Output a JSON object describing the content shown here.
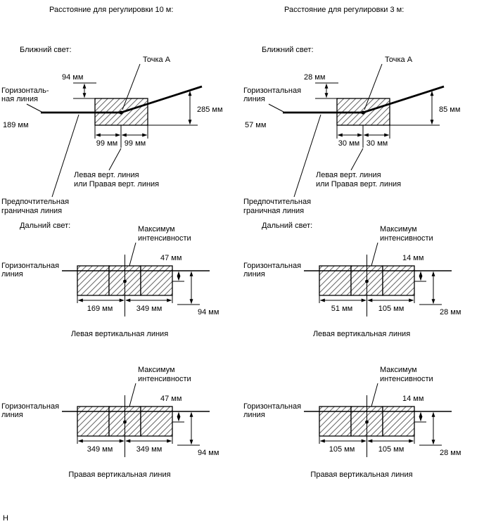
{
  "page": {
    "footer_char": "Н"
  },
  "columns": [
    {
      "header": "Расстояние для регулировки 10 м:",
      "low_beam": {
        "section_label": "Ближний свет:",
        "point_label": "Точка A",
        "dim_top": "94 мм",
        "dim_right": "285 мм",
        "dim_left": "189 мм",
        "dim_bottom_left": "99 мм",
        "dim_bottom_right": "99 мм",
        "horizontal_label_line1": "Горизонталь-",
        "horizontal_label_line2": "ная линия",
        "vertical_label_line1": "Левая верт. линия",
        "vertical_label_line2": "или Правая верт. линия",
        "cutoff_label_line1": "Предпочтительная",
        "cutoff_label_line2": "граничная линия"
      },
      "high_beam_left": {
        "section_label": "Дальний свет:",
        "max_label_line1": "Максимум",
        "max_label_line2": "интенсивности",
        "horizontal_label_line1": "Горизонтальная",
        "horizontal_label_line2": "линия",
        "dim_top": "47 мм",
        "dim_right": "94 мм",
        "dim_bottom_left": "169 мм",
        "dim_bottom_right": "349 мм",
        "vertical_line_label": "Левая вертикальная линия"
      },
      "high_beam_right": {
        "max_label_line1": "Максимум",
        "max_label_line2": "интенсивности",
        "horizontal_label_line1": "Горизонтальная",
        "horizontal_label_line2": "линия",
        "dim_top": "47 мм",
        "dim_right": "94 мм",
        "dim_bottom_left": "349 мм",
        "dim_bottom_right": "349 мм",
        "vertical_line_label": "Правая вертикальная линия"
      }
    },
    {
      "header": "Расстояние для регулировки 3 м:",
      "low_beam": {
        "section_label": "Ближний свет:",
        "point_label": "Точка A",
        "dim_top": "28 мм",
        "dim_right": "85 мм",
        "dim_left": "57 мм",
        "dim_bottom_left": "30 мм",
        "dim_bottom_right": "30 мм",
        "horizontal_label_line1": "Горизонтальная",
        "horizontal_label_line2": "линия",
        "vertical_label_line1": "Левая верт. линия",
        "vertical_label_line2": "или Правая верт. линия",
        "cutoff_label_line1": "Предпочтительная",
        "cutoff_label_line2": "граничная линия"
      },
      "high_beam_left": {
        "section_label": "Дальний свет:",
        "max_label_line1": "Максимум",
        "max_label_line2": "интенсивности",
        "horizontal_label_line1": "Горизонтальная",
        "horizontal_label_line2": "линия",
        "dim_top": "14 мм",
        "dim_right": "28 мм",
        "dim_bottom_left": "51 мм",
        "dim_bottom_right": "105 мм",
        "vertical_line_label": "Левая вертикальная линия"
      },
      "high_beam_right": {
        "max_label_line1": "Максимум",
        "max_label_line2": "интенсивности",
        "horizontal_label_line1": "Горизонтальная",
        "horizontal_label_line2": "линия",
        "dim_top": "14 мм",
        "dim_right": "28 мм",
        "dim_bottom_left": "105 мм",
        "dim_bottom_right": "105 мм",
        "vertical_line_label": "Правая вертикальная линия"
      }
    }
  ]
}
